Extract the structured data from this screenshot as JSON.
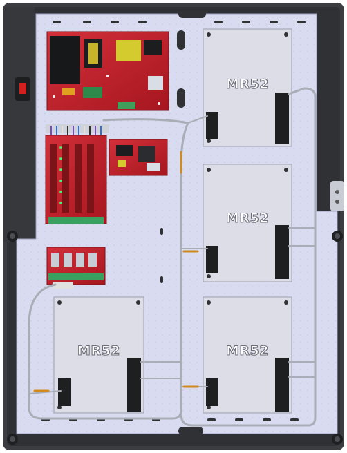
{
  "enclosure": {
    "modules": [
      {
        "id": "mr52-top-right",
        "label": "MR52"
      },
      {
        "id": "mr52-middle-right",
        "label": "MR52"
      },
      {
        "id": "mr52-bottom-left",
        "label": "MR52"
      },
      {
        "id": "mr52-bottom-right",
        "label": "MR52"
      }
    ]
  },
  "colors": {
    "enclosure": "#3b3d41",
    "backplate": "#d9dbf0",
    "module_plate": "#dcdde6",
    "pcb": "#c0202a",
    "cable": "#a9adb6",
    "accent_cable": "#d08a1e"
  }
}
